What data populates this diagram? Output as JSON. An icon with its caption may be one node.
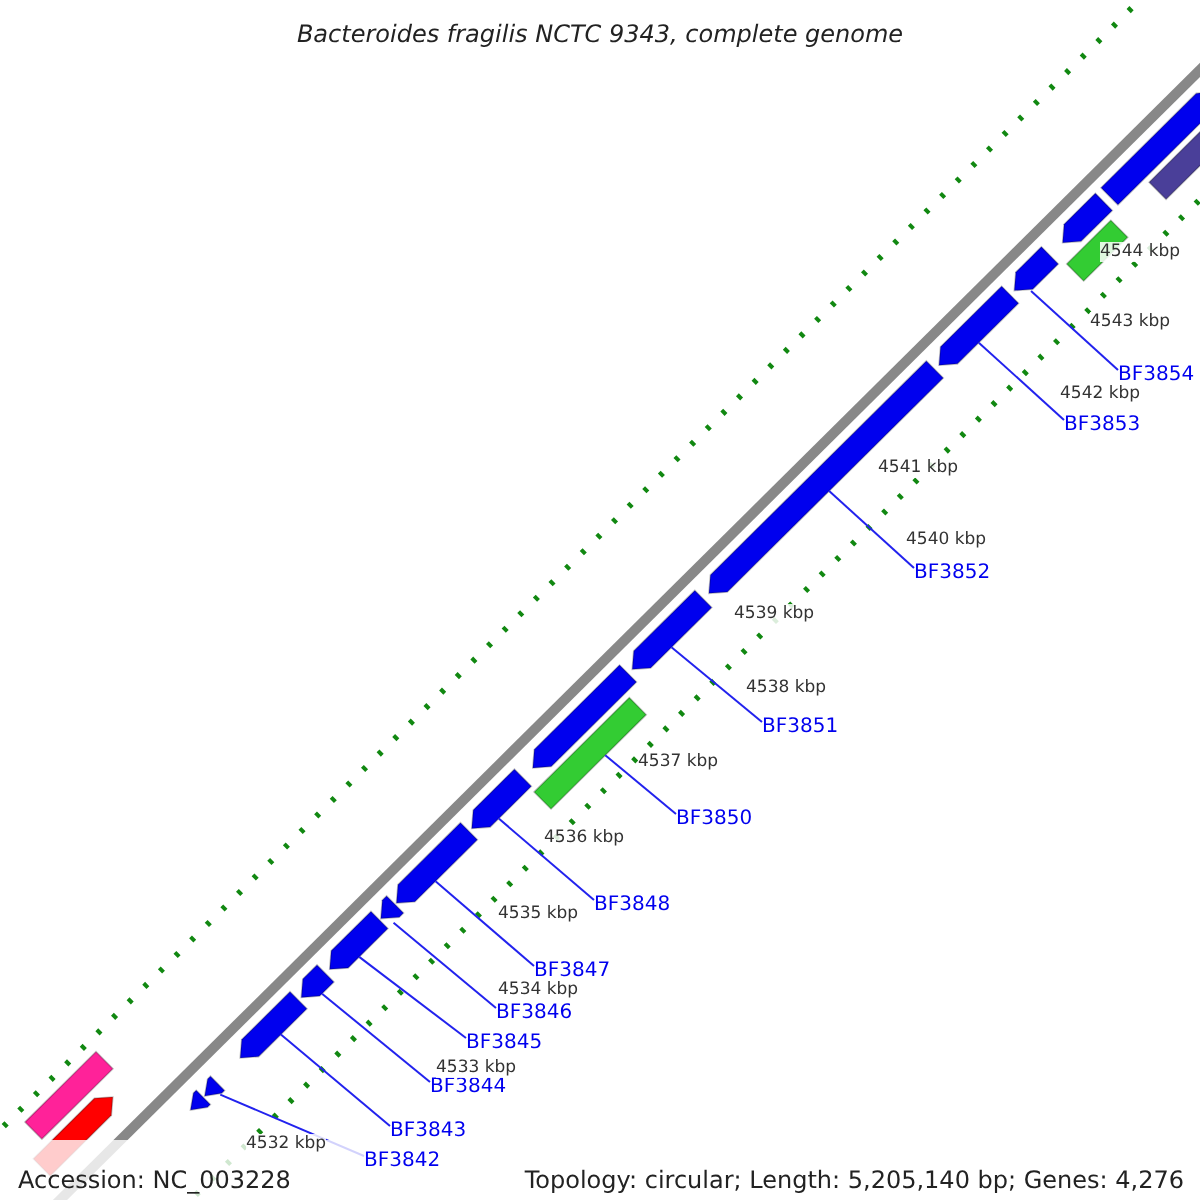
{
  "diagram": {
    "title": "Bacteroides fragilis NCTC 9343, complete genome",
    "nodes": [
      {
        "text": [
          "BF3842"
        ]
      },
      {
        "text": [
          "BF3843"
        ]
      },
      {
        "text": [
          "BF3844"
        ]
      },
      {
        "text": [
          "BF3845"
        ]
      },
      {
        "text": [
          "BF3846"
        ]
      },
      {
        "text": [
          "BF3847"
        ]
      },
      {
        "text": [
          "BF3848"
        ]
      },
      {
        "text": [
          "BF3850"
        ]
      },
      {
        "text": [
          "BF3851"
        ]
      },
      {
        "text": [
          "BF3852"
        ]
      },
      {
        "text": [
          "BF3853"
        ]
      },
      {
        "text": [
          "BF3854"
        ]
      },
      {
        "text": [],
        "shape": "bar"
      },
      {
        "text": [],
        "shape": "pentagon"
      },
      {
        "text": [],
        "shape": "pentagon"
      },
      {
        "text": [],
        "shape": "pentagon"
      },
      {
        "text": [],
        "shape": "pentagon"
      },
      {
        "text": [],
        "shape": "pentagon"
      },
      {
        "text": [],
        "shape": "pentagon"
      },
      {
        "text": [],
        "shape": "pentagon"
      },
      {
        "text": [],
        "shape": "pentagon"
      },
      {
        "text": [],
        "shape": "pentagon"
      },
      {
        "text": [],
        "shape": "bar"
      },
      {
        "text": [],
        "shape": "pentagon"
      },
      {
        "text": [],
        "shape": "pentagon"
      },
      {
        "text": [],
        "shape": "pentagon"
      },
      {
        "text": [],
        "shape": "pentagon"
      },
      {
        "text": [],
        "shape": "pentagon"
      },
      {
        "text": [],
        "shape": "bar"
      },
      {
        "text": [],
        "shape": "pentagon"
      },
      {
        "text": [],
        "shape": "pentagon"
      },
      {
        "text": [],
        "shape": "bar"
      }
    ],
    "edges": [
      {
        "from": 0,
        "to": 15,
        "arrow": "none"
      },
      {
        "from": 1,
        "to": 16,
        "arrow": "none"
      },
      {
        "from": 2,
        "to": 17,
        "arrow": "none"
      },
      {
        "from": 3,
        "to": 18,
        "arrow": "none"
      },
      {
        "from": 4,
        "to": 19,
        "arrow": "none"
      },
      {
        "from": 5,
        "to": 20,
        "arrow": "none"
      },
      {
        "from": 6,
        "to": 21,
        "arrow": "none"
      },
      {
        "from": 7,
        "to": 22,
        "arrow": "none"
      },
      {
        "from": 8,
        "to": 24,
        "arrow": "none"
      },
      {
        "from": 9,
        "to": 25,
        "arrow": "none"
      },
      {
        "from": 10,
        "to": 26,
        "arrow": "none"
      },
      {
        "from": 11,
        "to": 27,
        "arrow": "none"
      }
    ],
    "labels": [
      "4544 kbp",
      "4543 kbp",
      "4542 kbp",
      "4541 kbp",
      "4540 kbp",
      "4539 kbp",
      "4538 kbp",
      "4537 kbp",
      "4536 kbp",
      "4535 kbp",
      "4534 kbp",
      "4533 kbp",
      "4532 kbp",
      "Accession: NC_003228",
      "Topology: circular; Length: 5,205,140 bp; Genes: 4,276"
    ]
  }
}
